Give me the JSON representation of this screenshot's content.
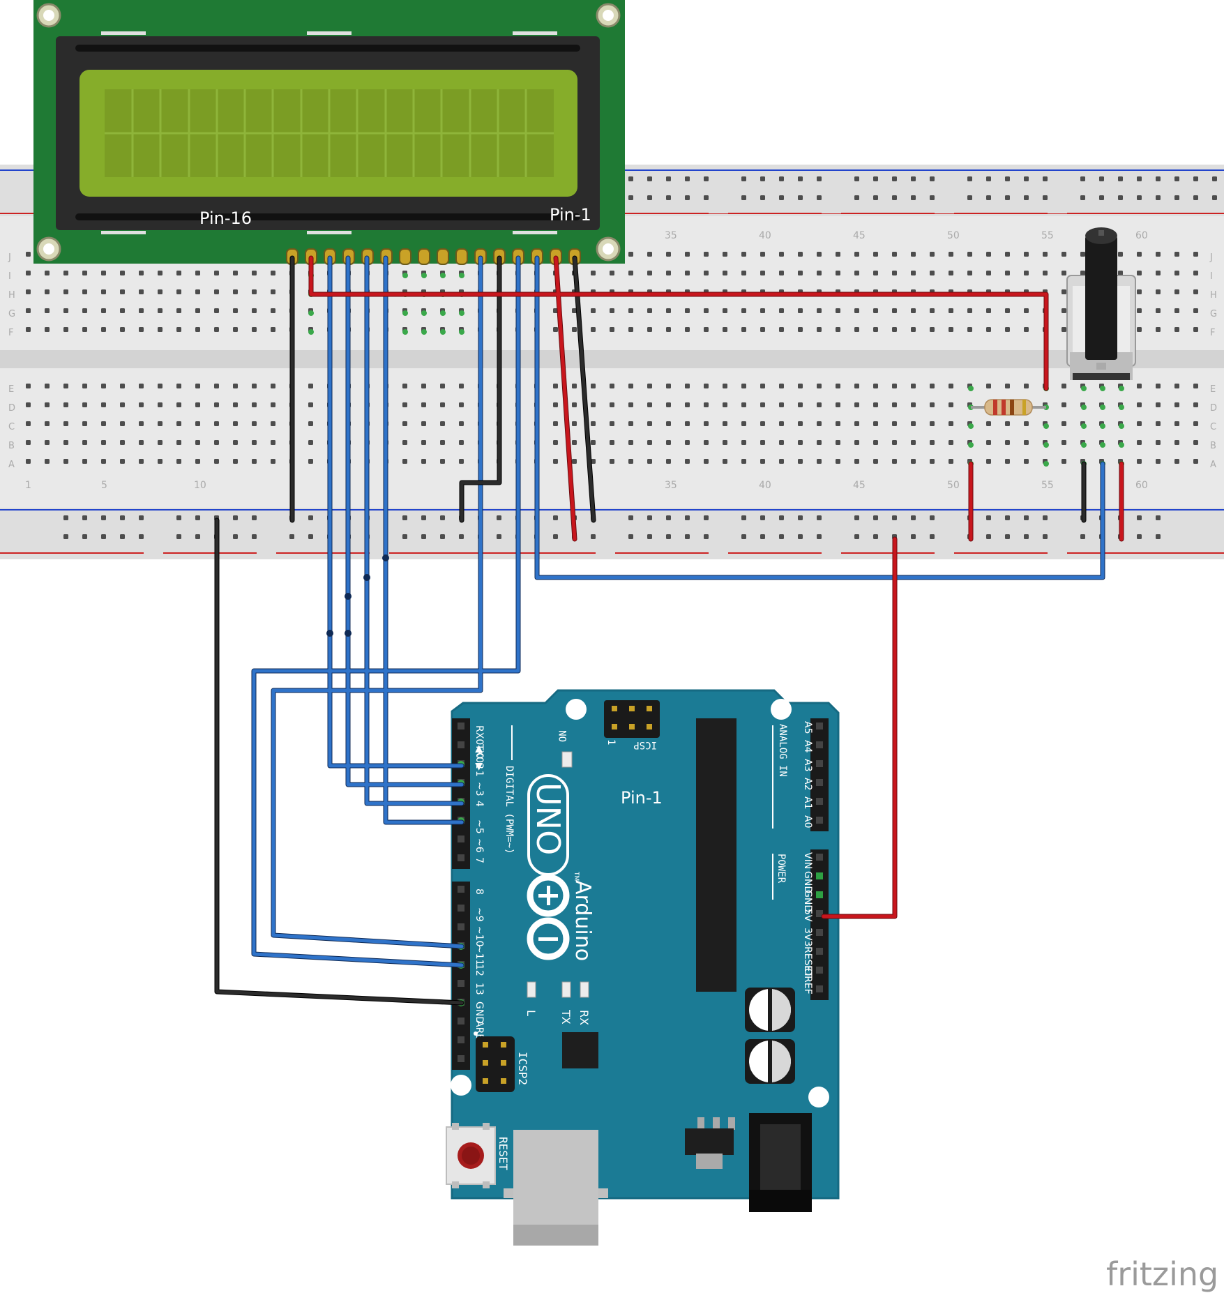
{
  "lcd": {
    "pin_label_left": "Pin-16",
    "pin_label_right": "Pin-1"
  },
  "breadboard": {
    "row_letters_top": [
      "J",
      "I",
      "H",
      "G",
      "F"
    ],
    "row_letters_bottom": [
      "E",
      "D",
      "C",
      "B",
      "A"
    ],
    "column_numbers": [
      "1",
      "5",
      "10",
      "35",
      "40",
      "45",
      "50",
      "55",
      "60"
    ]
  },
  "arduino": {
    "model": "UNO",
    "brand": "Arduino",
    "trademark": "TM",
    "pin_label": "Pin-1",
    "digital_header_title": "DIGITAL (PWM=~)",
    "digital_pins_top": [
      "RX0◀0",
      "TX0▶1",
      "2",
      "~3",
      "4",
      "~5",
      "~6",
      "7"
    ],
    "digital_pins_bottom": [
      "8",
      "~9",
      "~10",
      "~11",
      "12",
      "13",
      "GND",
      "AREF"
    ],
    "analog_header_title": "ANALOG IN",
    "analog_pins": [
      "A5",
      "A4",
      "A3",
      "A2",
      "A1",
      "A0"
    ],
    "power_header_title": "POWER",
    "power_pins": [
      "VIN",
      "GND",
      "GND",
      "5V",
      "3V3",
      "RESET",
      "IOREF"
    ],
    "on_label": "ON",
    "icsp_label": "ICSP",
    "icsp_pin1": "1",
    "icsp2_label": "ICSP2",
    "led_l": "L",
    "led_tx": "TX",
    "led_rx": "RX",
    "reset_label": "RESET"
  },
  "watermark": "fritzing",
  "colors": {
    "pcb_green": "#1f7a34",
    "lcd_screen": "#86ad2a",
    "arduino_blue": "#1b7b95",
    "wire_blue": "#2f73c9",
    "wire_red": "#c8161d",
    "wire_black": "#1a1a1a",
    "breadboard": "#e8e8e8"
  }
}
